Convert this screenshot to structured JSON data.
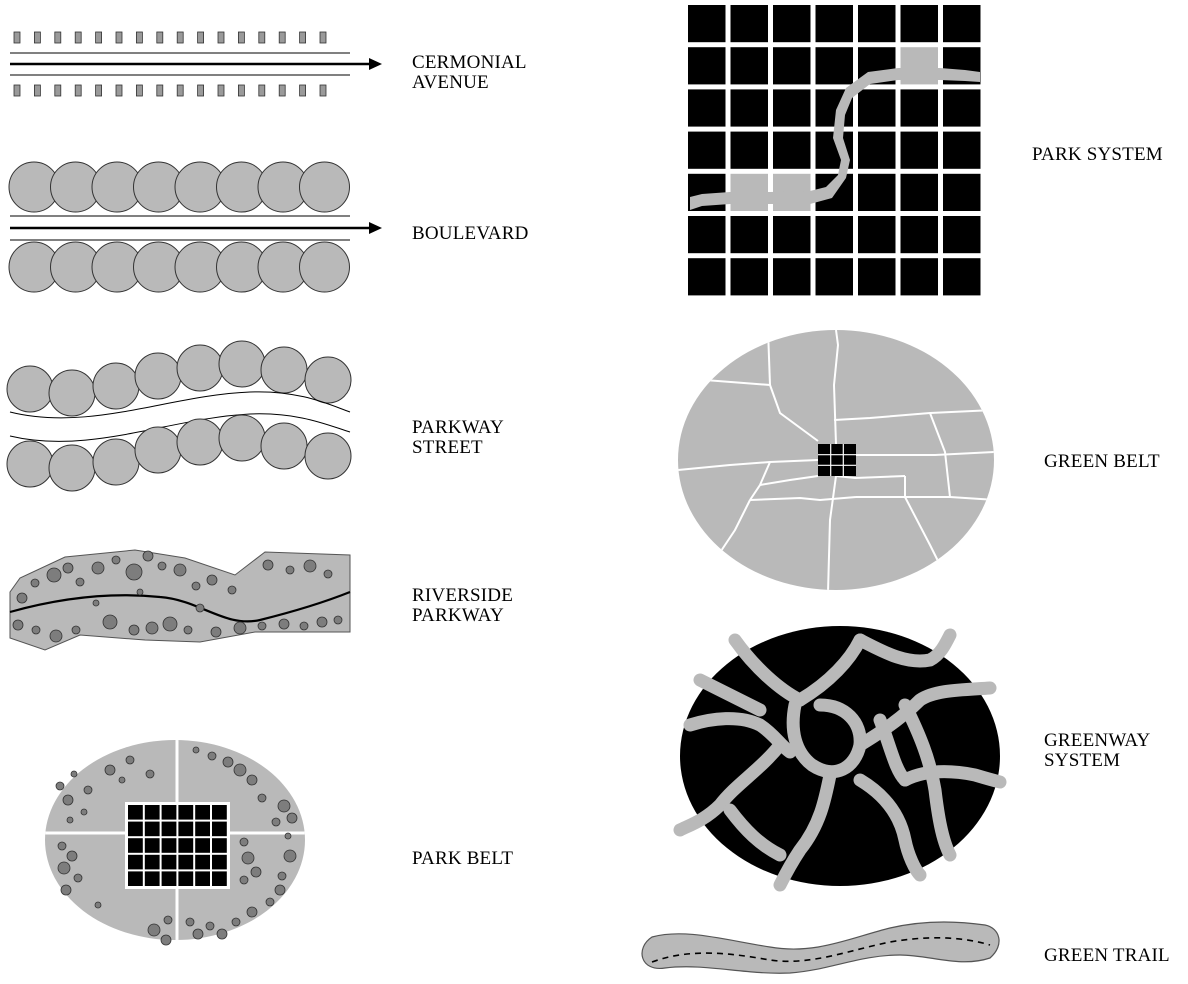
{
  "colors": {
    "gray": "#b9b9b9",
    "dark_gray": "#7d7d7d",
    "black": "#000000",
    "white": "#ffffff"
  },
  "items": {
    "ceremonial_avenue": {
      "lines": [
        "CERMONIAL",
        "AVENUE"
      ]
    },
    "boulevard": {
      "lines": [
        "BOULEVARD"
      ]
    },
    "parkway_street": {
      "lines": [
        "PARKWAY",
        "STREET"
      ]
    },
    "riverside_parkway": {
      "lines": [
        "RIVERSIDE",
        "PARKWAY"
      ]
    },
    "park_belt": {
      "lines": [
        "PARK BELT"
      ]
    },
    "park_system": {
      "lines": [
        "PARK SYSTEM"
      ]
    },
    "green_belt": {
      "lines": [
        "GREEN BELT"
      ]
    },
    "greenway_system": {
      "lines": [
        "GREENWAY",
        "SYSTEM"
      ]
    },
    "green_trail": {
      "lines": [
        "GREEN TRAIL"
      ]
    }
  }
}
